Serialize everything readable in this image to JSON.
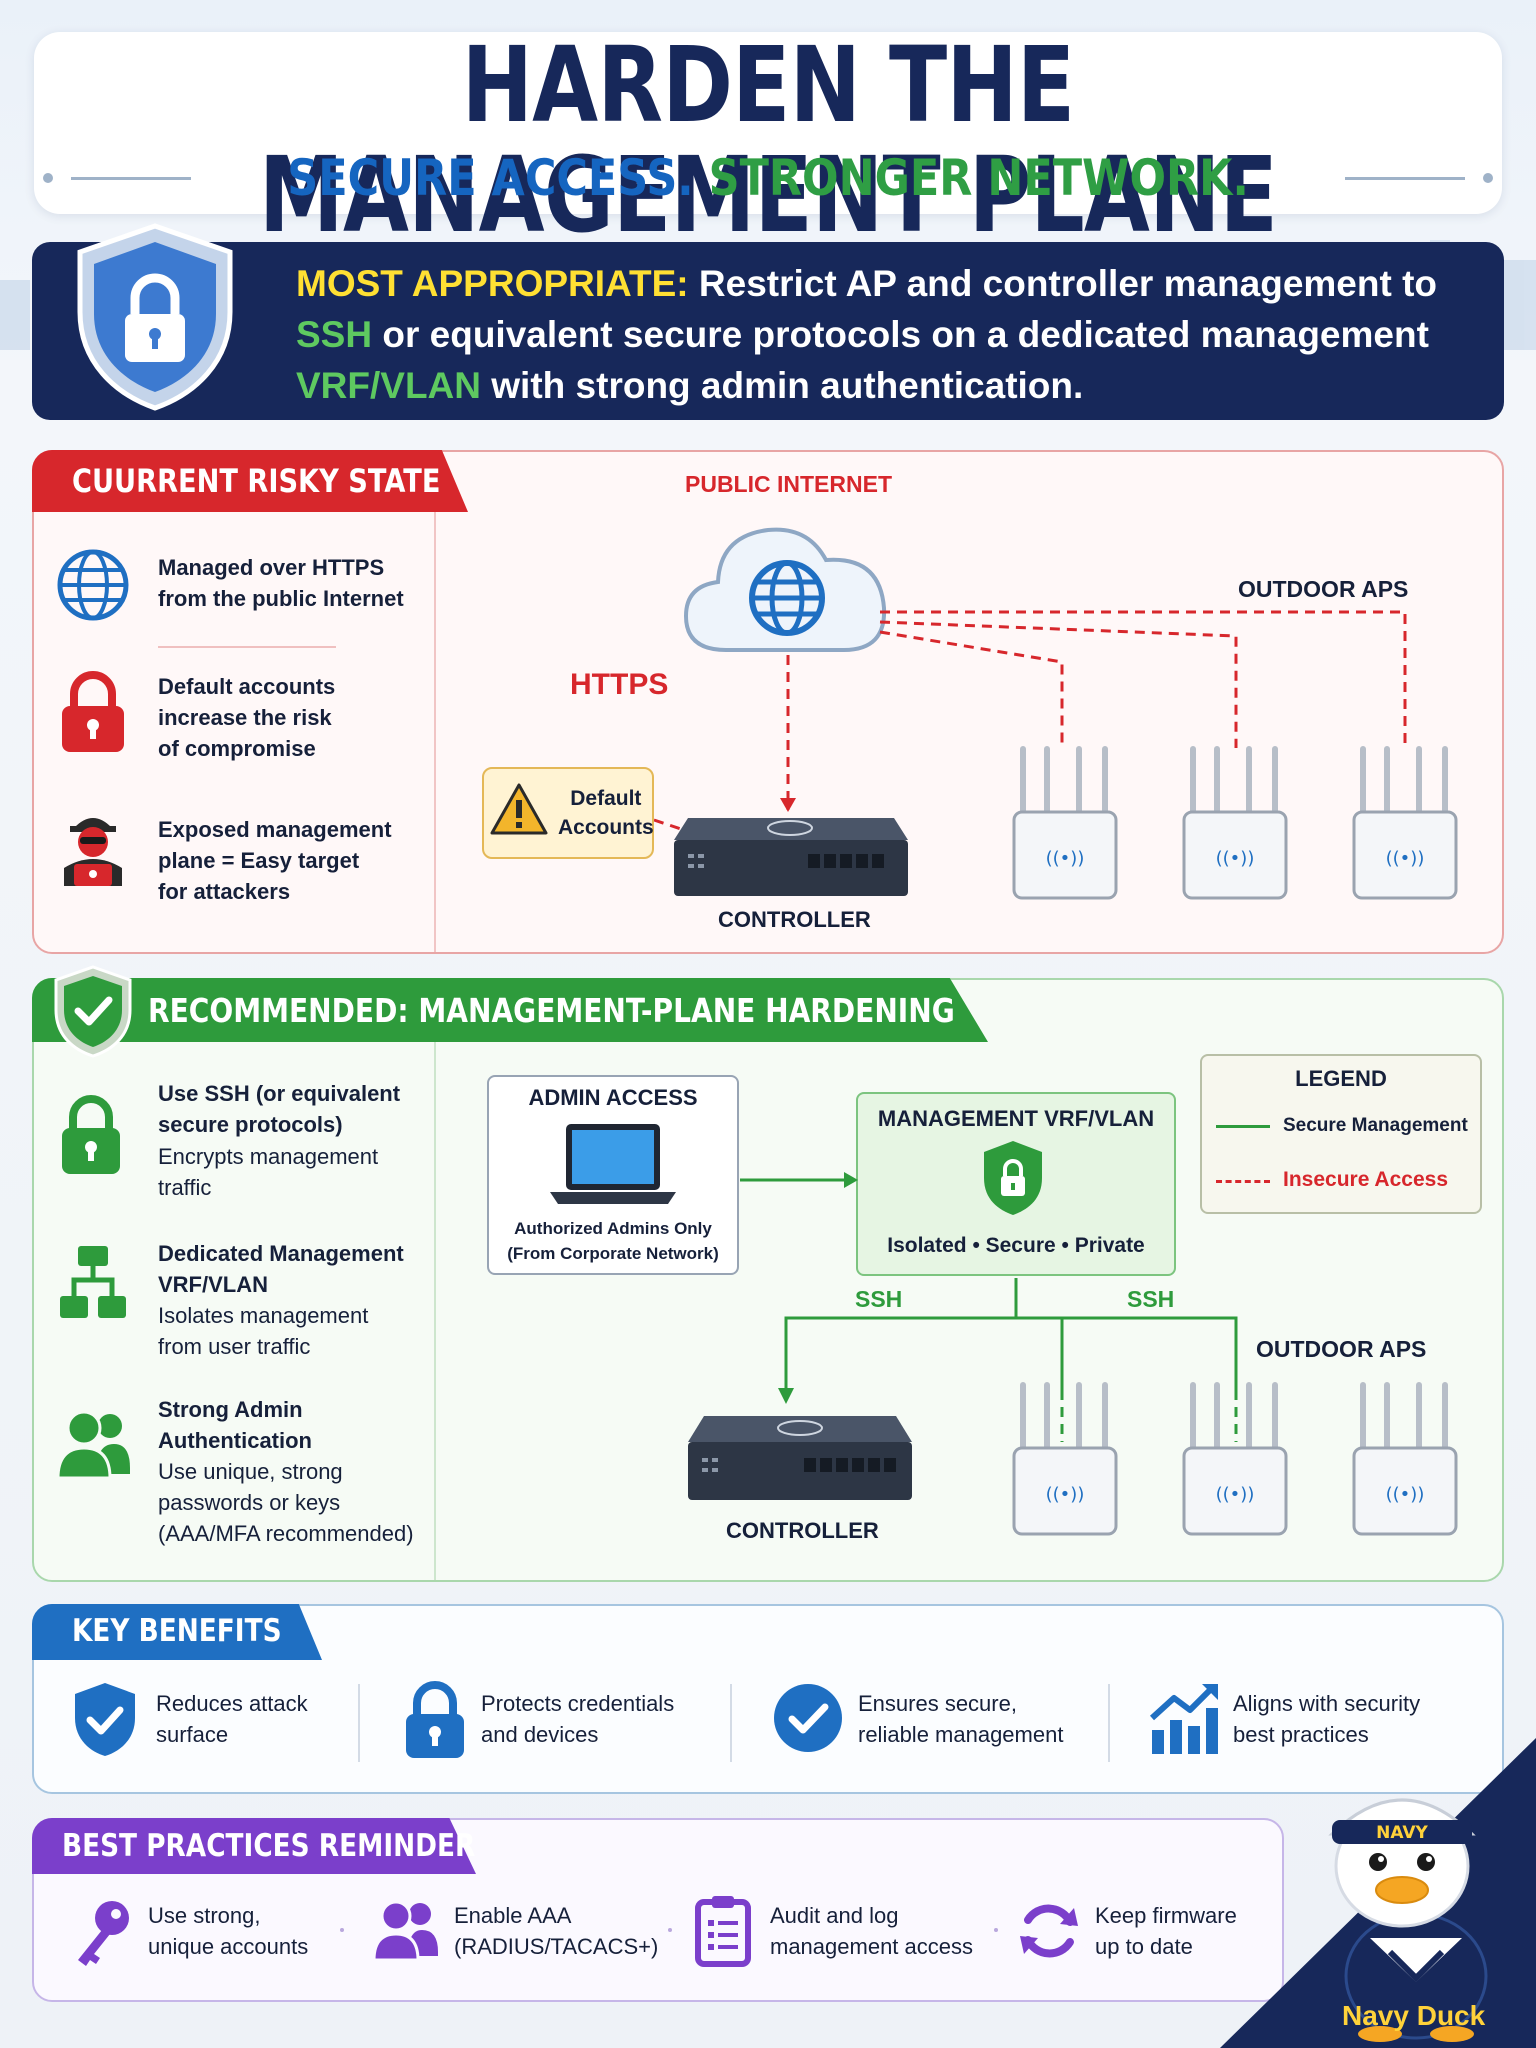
{
  "header": {
    "title": "HARDEN THE MANAGEMENT PLANE",
    "subtitle_a": "SECURE ACCESS.",
    "subtitle_b": "STRONGER NETWORK."
  },
  "banner": {
    "label": "MOST APPROPRIATE:",
    "text_1": " Restrict AP and controller management to",
    "ssh": "SSH",
    "text_2": " or equivalent secure protocols on a dedicated management",
    "vrf": "VRF/VLAN",
    "text_3": " with strong admin authentication."
  },
  "risk": {
    "tab": "CUURRENT RISKY STATE",
    "items": [
      {
        "icon": "globe-icon",
        "text": "Managed over HTTPS\nfrom the public Internet"
      },
      {
        "icon": "lock-icon",
        "text": "Default accounts\nincrease the risk\nof compromise"
      },
      {
        "icon": "hacker-icon",
        "text": "Exposed management\nplane = Easy target\nfor attackers"
      }
    ],
    "diagram": {
      "internet": "PUBLIC INTERNET",
      "https": "HTTPS",
      "outdoor_aps": "OUTDOOR APS",
      "controller": "CONTROLLER",
      "warn_line1": "Default",
      "warn_line2": "Accounts"
    }
  },
  "recommended": {
    "tab": "RECOMMENDED: MANAGEMENT-PLANE HARDENING",
    "items": [
      {
        "icon": "lock-icon",
        "title": "Use SSH (or equivalent\nsecure protocols)",
        "desc": "Encrypts management\ntraffic"
      },
      {
        "icon": "network-icon",
        "title": "Dedicated Management\nVRF/VLAN",
        "desc": "Isolates management\nfrom user traffic"
      },
      {
        "icon": "users-icon",
        "title": "Strong Admin\nAuthentication",
        "desc": "Use unique, strong\npasswords or keys\n(AAA/MFA recommended)"
      }
    ],
    "diagram": {
      "admin_title": "ADMIN ACCESS",
      "admin_note_1": "Authorized Admins Only",
      "admin_note_2": "(From Corporate Network)",
      "vrf_title": "MANAGEMENT VRF/VLAN",
      "vrf_sub": "Isolated • Secure • Private",
      "ssh_left": "SSH",
      "ssh_right": "SSH",
      "outdoor_aps": "OUTDOOR APS",
      "controller": "CONTROLLER"
    },
    "legend": {
      "title": "LEGEND",
      "secure": "Secure Management",
      "insecure": "Insecure Access",
      "secure_color": "#2e9b3c",
      "insecure_color": "#d7272c"
    }
  },
  "benefits": {
    "tab": "KEY BENEFITS",
    "items": [
      {
        "icon": "shield-check-icon",
        "text": "Reduces attack\nsurface"
      },
      {
        "icon": "lock-icon",
        "text": "Protects credentials\nand devices"
      },
      {
        "icon": "check-circle-icon",
        "text": "Ensures secure,\nreliable management"
      },
      {
        "icon": "chart-up-icon",
        "text": "Aligns with security\nbest practices"
      }
    ]
  },
  "best_practices": {
    "tab": "BEST PRACTICES REMINDER",
    "items": [
      {
        "icon": "key-icon",
        "text": "Use strong,\nunique accounts"
      },
      {
        "icon": "users-icon",
        "text": "Enable AAA\n(RADIUS/TACACS+)"
      },
      {
        "icon": "clipboard-icon",
        "text": "Audit and log\nmanagement access"
      },
      {
        "icon": "refresh-icon",
        "text": "Keep firmware\nup to date"
      }
    ]
  },
  "mascot": {
    "cap": "NAVY",
    "name": "Navy Duck"
  },
  "colors": {
    "navy": "#17285a",
    "red": "#d7272c",
    "green": "#2e9b3c",
    "blue": "#1f6fc2",
    "purple": "#7b3fcb",
    "yellow": "#ffe033"
  }
}
